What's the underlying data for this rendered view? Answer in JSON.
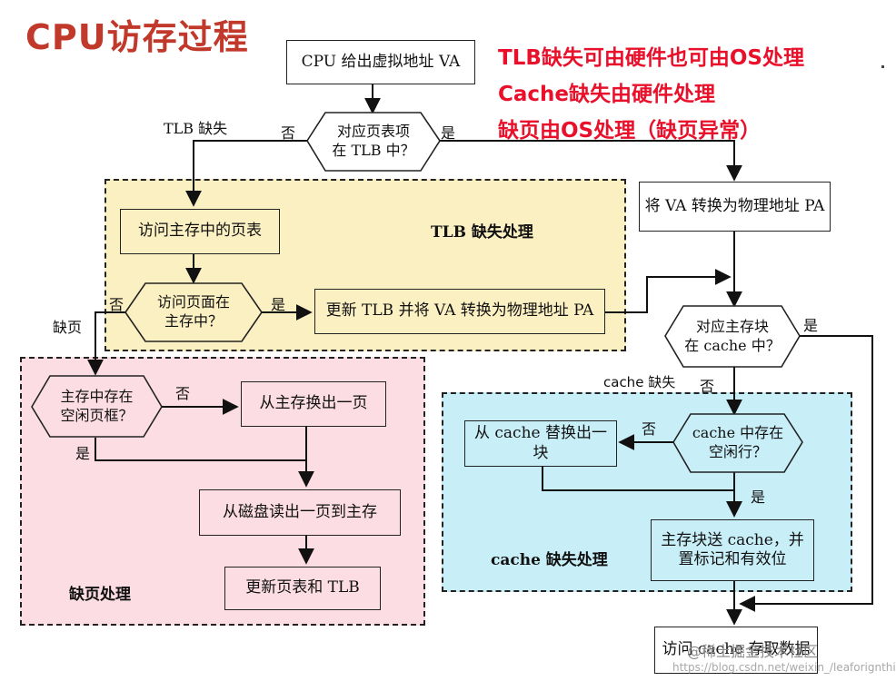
{
  "title": "CPU访存过程",
  "notes": [
    "TLB缺失可由硬件也可由OS处理",
    "Cache缺失由硬件处理",
    "缺页由OS处理（缺页异常）"
  ],
  "regions": {
    "tlb_miss": "TLB 缺失处理",
    "page_fault": "缺页处理",
    "cache_miss": "cache 缺失处理"
  },
  "boxes": {
    "cpu_va": "CPU 给出虚拟地址 VA",
    "va_to_pa": "将 VA 转换为物理地址 PA",
    "access_page_table": "访问主存中的页表",
    "update_tlb": "更新 TLB 并将 VA 转换为物理地址 PA",
    "swap_page": "从主存换出一页",
    "read_disk": "从磁盘读出一页到主存",
    "update_pt_tlb": "更新页表和 TLB",
    "replace_cache": "从 cache 替换出一块",
    "send_block": "主存块送 cache，并置标记和有效位",
    "access_cache": "访问 cache 存取数据"
  },
  "decisions": {
    "in_tlb_1": "对应页表项",
    "in_tlb_2": "在 TLB 中？",
    "page_in_mem_1": "访问页面在",
    "page_in_mem_2": "主存中？",
    "free_frame_1": "主存中存在",
    "free_frame_2": "空闲页框？",
    "in_cache_1": "对应主存块",
    "in_cache_2": "在 cache 中？",
    "free_line_1": "cache 中存在",
    "free_line_2": "空闲行？"
  },
  "labels": {
    "tlb_miss": "TLB 缺失",
    "no": "否",
    "yes": "是",
    "page_fault": "缺页",
    "cache_miss": "cache 缺失"
  },
  "watermark": "@稀土掘金技术社区",
  "watermark_url": "https://blog.csdn.net/weixin_/leaforignthi"
}
